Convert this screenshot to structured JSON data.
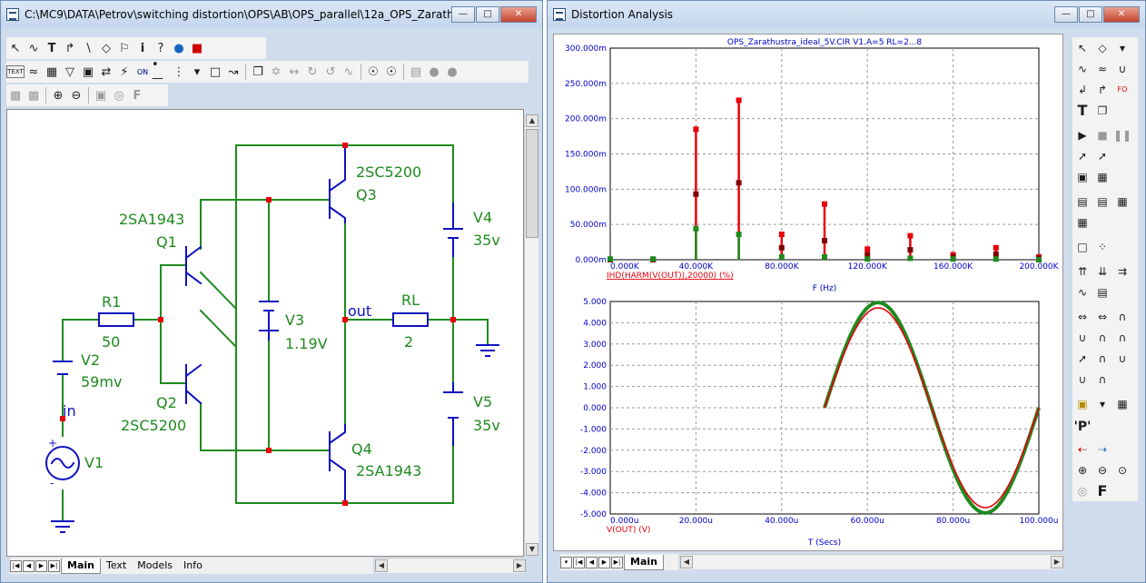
{
  "schematic": {
    "title": "C:\\MC9\\DATA\\Petrov\\switching distortion\\OPS\\AB\\OPS_parallel\\12a_OPS_Zarathustra_...",
    "labels": {
      "q1_type": "2SA1943",
      "q1": "Q1",
      "q2": "Q2",
      "q2_type": "2SC5200",
      "q3_type": "2SC5200",
      "q3": "Q3",
      "q4": "Q4",
      "q4_type": "2SA1943",
      "r1": "R1",
      "r1_val": "50",
      "v2": "V2",
      "v2_val": "59mv",
      "v3": "V3",
      "v3_val": "1.19V",
      "v4": "V4",
      "v4_val": "35v",
      "v5": "V5",
      "v5_val": "35v",
      "rl": "RL",
      "rl_val": "2",
      "out": "out",
      "in": "in",
      "v1": "V1",
      "plus": "+",
      "minus": "-"
    },
    "tabs": [
      "Main",
      "Text",
      "Models",
      "Info"
    ],
    "toolbar_text_btn": "TEXT",
    "toolbar_on_btn": "ON"
  },
  "analysis": {
    "title": "Distortion Analysis",
    "tabs": [
      "Main"
    ],
    "tool_p": "'P'",
    "tool_f": "F",
    "tool_t": "T"
  },
  "colors": {
    "wire": "#1f8a1f",
    "part": "#1010c0",
    "node": "#e8000a",
    "grid": "#9a9a9a",
    "axis_text": "#0000c8",
    "red": "#e8000a",
    "green": "#1f8a1f",
    "darkred": "#800000"
  },
  "chart_data": [
    {
      "type": "bar",
      "title": "OPS_Zarathustra_ideal_5V.CIR V1.A=5 RL=2...8",
      "xlabel": "F (Hz)",
      "ylabel": "IHD(HARM(V(OUT)),20000) (%)",
      "xlim": [
        0,
        200000
      ],
      "ylim": [
        0,
        300
      ],
      "x_ticks": [
        "0.000K",
        "40.000K",
        "80.000K",
        "120.000K",
        "160.000K",
        "200.000K"
      ],
      "y_ticks": [
        "0.000m",
        "50.000m",
        "100.000m",
        "150.000m",
        "200.000m",
        "250.000m",
        "300.000m"
      ],
      "grid": true,
      "series": [
        {
          "color": "#e8000a",
          "x": [
            0,
            20000,
            40000,
            60000,
            80000,
            100000,
            120000,
            140000,
            160000,
            180000,
            200000
          ],
          "values": [
            0,
            0,
            185,
            226,
            36,
            79,
            15,
            34,
            7,
            17,
            4
          ]
        },
        {
          "color": "#800000",
          "x": [
            0,
            20000,
            40000,
            60000,
            80000,
            100000,
            120000,
            140000,
            160000,
            180000,
            200000
          ],
          "values": [
            0,
            0,
            93,
            109,
            17,
            27,
            7,
            14,
            4,
            8,
            2
          ]
        },
        {
          "color": "#1f8a1f",
          "x": [
            0,
            20000,
            40000,
            60000,
            80000,
            100000,
            120000,
            140000,
            160000,
            180000,
            200000
          ],
          "values": [
            1,
            1,
            44,
            36,
            4,
            4,
            1,
            2,
            1,
            1,
            0
          ]
        }
      ]
    },
    {
      "type": "line",
      "xlabel": "T (Secs)",
      "ylabel": "V(OUT) (V)",
      "xlim": [
        0,
        100
      ],
      "ylim": [
        -5,
        5
      ],
      "x_ticks": [
        "0.000u",
        "20.000u",
        "40.000u",
        "60.000u",
        "80.000u",
        "100.000u"
      ],
      "y_ticks": [
        "5.000",
        "4.000",
        "3.000",
        "2.000",
        "1.000",
        "0.000",
        "-1.000",
        "-2.000",
        "-3.000",
        "-4.000",
        "-5.000"
      ],
      "grid": true,
      "series": [
        {
          "color": "#1f8a1f",
          "x_start": 50,
          "x_end": 100,
          "amplitude": 4.95,
          "period": 50
        },
        {
          "color": "#e8000a",
          "x_start": 50,
          "x_end": 100,
          "amplitude": 4.7,
          "period": 50
        }
      ]
    }
  ]
}
